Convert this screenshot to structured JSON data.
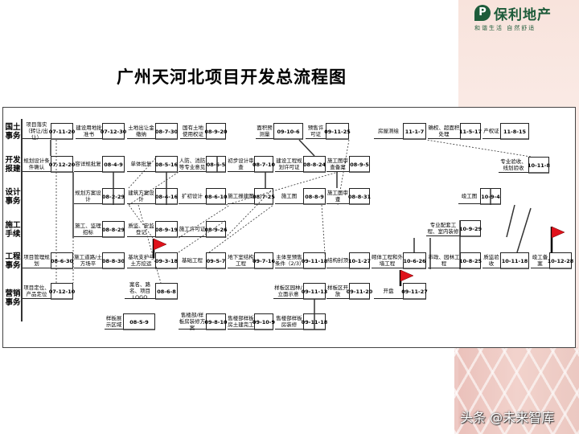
{
  "logo": {
    "brand": "保利地产",
    "slogan": "和谐生活 自然舒适"
  },
  "title": "广州天河北项目开发总流程图",
  "lanes": [
    "国土事务",
    "开发报建",
    "设计事务",
    "施工手续",
    "工程事务",
    "营销事务"
  ],
  "nodes": [
    {
      "label": "项目落实（转让/出让）",
      "date": "07-11-20"
    },
    {
      "label": "建设用地批准书",
      "date": "07-12-30"
    },
    {
      "label": "土地出让金缴纳",
      "date": "08-7-30"
    },
    {
      "label": "国有土地使用权证",
      "date": "08-9-20"
    },
    {
      "label": "面积预测量",
      "date": "09-10-6"
    },
    {
      "label": "预售许可证",
      "date": "09-11-25"
    },
    {
      "label": "房屋测绘",
      "date": "11-1-7"
    },
    {
      "label": "确权、超面积处理",
      "date": "11-5-17"
    },
    {
      "label": "产权证",
      "date": "11-8-15"
    },
    {
      "label": "规划设计条件确认",
      "date": "07-12-20"
    },
    {
      "label": "容详规批复",
      "date": "08-4-9"
    },
    {
      "label": "单体批复",
      "date": "08-5-16"
    },
    {
      "label": "人防、消防等专业意见",
      "date": "08-6-5"
    },
    {
      "label": "初步设计审查",
      "date": "08-7-10"
    },
    {
      "label": "建设工程规划许可证",
      "date": "08-8-24"
    },
    {
      "label": "施工图审查备案",
      "date": "08-9-5"
    },
    {
      "label": "专业验收、线划验收",
      "date": "10-11-8"
    },
    {
      "label": "规划方案设计",
      "date": "08-2-29"
    },
    {
      "label": "建筑方案设计",
      "date": "08-4-16"
    },
    {
      "label": "扩初设计",
      "date": "08-6-10"
    },
    {
      "label": "施工报建图",
      "date": "08/7-25"
    },
    {
      "label": "施工图",
      "date": "08-8-9"
    },
    {
      "label": "施工图审查",
      "date": "08-8-31"
    },
    {
      "label": "竣工图",
      "date": "10-9-4"
    },
    {
      "label": "施工、监理招标",
      "date": "08-8-29"
    },
    {
      "label": "质监、安监登记",
      "date": "08-9-19"
    },
    {
      "label": "施工许可证",
      "date": "08-9-26"
    },
    {
      "label": "专业配套工程、室内装修",
      "date": "10-9-29"
    },
    {
      "label": "项目管理规划",
      "date": "08-6-30"
    },
    {
      "label": "施工道路/土方场平",
      "date": "08-8-30"
    },
    {
      "label": "基坑支护与土方挖运",
      "date": "09-3-18"
    },
    {
      "label": "基础工程",
      "date": "09-5-7"
    },
    {
      "label": "地下室结构工程",
      "date": "09-7-16"
    },
    {
      "label": "主体至预售条件（2/3）",
      "date": "09-11-18"
    },
    {
      "label": "结构封顶",
      "date": "10-1-27"
    },
    {
      "label": "砌体工程和外墙工程",
      "date": "10-6-26"
    },
    {
      "label": "市政、园林工程",
      "date": "10-8-25"
    },
    {
      "label": "质监验收",
      "date": "10-11-18"
    },
    {
      "label": "竣工备案",
      "date": "10-12-28"
    },
    {
      "label": "项目定位、产品定位",
      "date": "07-12-10"
    },
    {
      "label": "案名、路名、项目LOGO",
      "date": "08-6-8"
    },
    {
      "label": "样板区园林/立面示意",
      "date": "09-11-13"
    },
    {
      "label": "样板区开放",
      "date": "09-11-20"
    },
    {
      "label": "开盘",
      "date": "09-11-27"
    },
    {
      "label": "样板展示区域",
      "date": "08-5-9"
    },
    {
      "label": "售楼部/样板房装修方案",
      "date": "09-8-10"
    },
    {
      "label": "售楼部样板房土建完工",
      "date": "09-10-9"
    },
    {
      "label": "售楼部样板房装修",
      "date": "09-11-18"
    }
  ],
  "milestones": [
    "09-3-18",
    "10-6-26",
    "10-12-28"
  ],
  "colors": {
    "flag": "#e0121b",
    "brand": "#1d5b3a"
  },
  "watermark": "头条 @未来智库"
}
